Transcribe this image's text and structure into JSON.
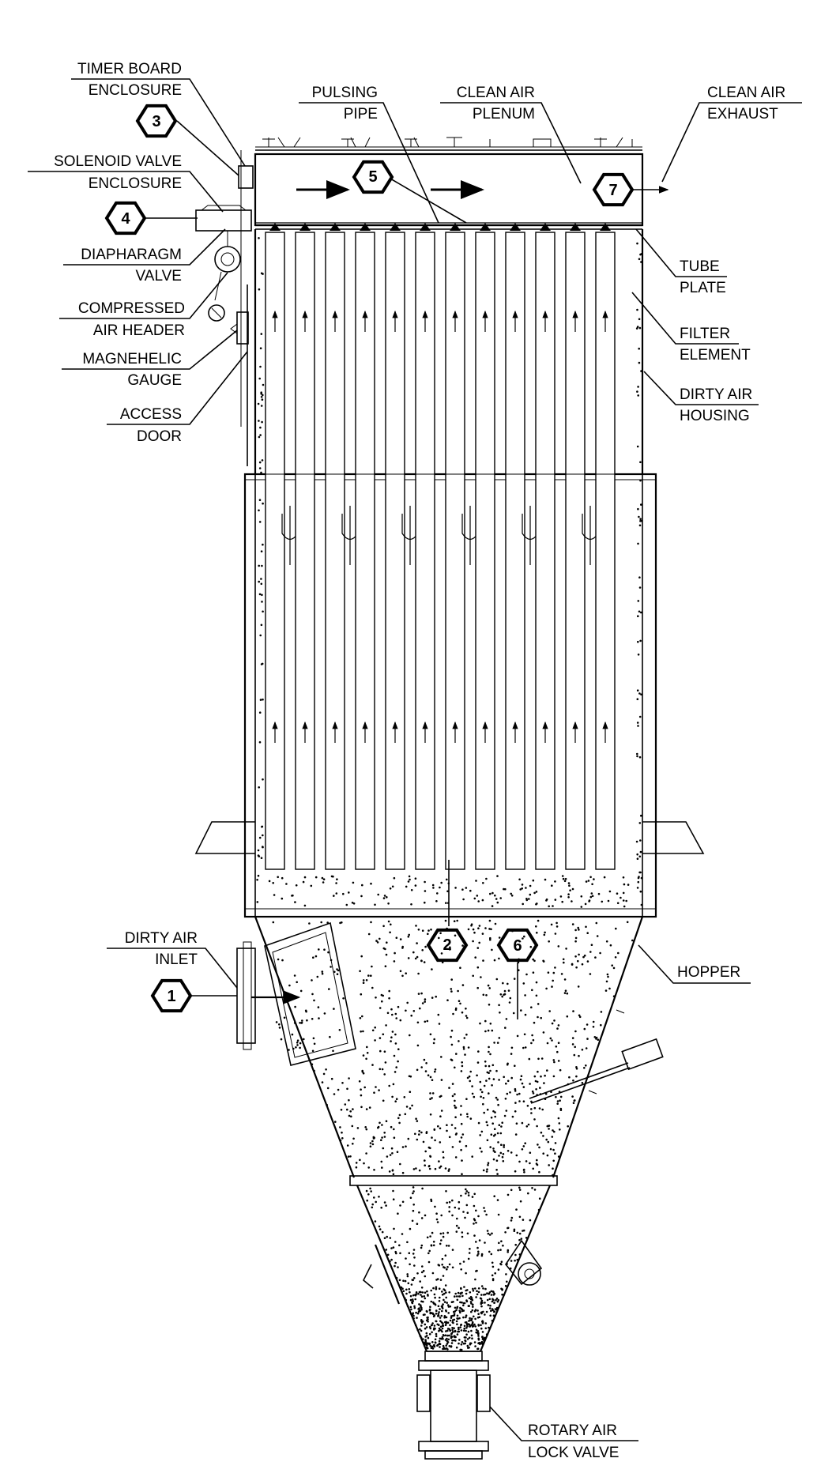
{
  "labels": {
    "timer_board": [
      "TIMER BOARD",
      "ENCLOSURE"
    ],
    "solenoid_valve": [
      "SOLENOID VALVE",
      "ENCLOSURE"
    ],
    "diaphragm_valve": [
      "DIAPHARAGM",
      "VALVE"
    ],
    "compressed_air": [
      "COMPRESSED",
      "AIR HEADER"
    ],
    "magnehelic": [
      "MAGNEHELIC",
      "GAUGE"
    ],
    "access_door": [
      "ACCESS",
      "DOOR"
    ],
    "pulsing_pipe": [
      "PULSING",
      "PIPE"
    ],
    "clean_air_plenum": [
      "CLEAN AIR",
      "PLENUM"
    ],
    "clean_air_exhaust": [
      "CLEAN AIR",
      "EXHAUST"
    ],
    "tube_plate": [
      "TUBE",
      "PLATE"
    ],
    "filter_element": [
      "FILTER",
      "ELEMENT"
    ],
    "dirty_air_housing": [
      "DIRTY AIR",
      "HOUSING"
    ],
    "dirty_air_inlet": [
      "DIRTY AIR",
      "INLET"
    ],
    "hopper": [
      "HOPPER"
    ],
    "rotary_valve": [
      "ROTARY AIR",
      "LOCK VALVE"
    ]
  },
  "callouts": {
    "c1": "1",
    "c2": "2",
    "c3": "3",
    "c4": "4",
    "c5": "5",
    "c6": "6",
    "c7": "7"
  },
  "colors": {
    "line": "#000000",
    "background": "#ffffff"
  }
}
